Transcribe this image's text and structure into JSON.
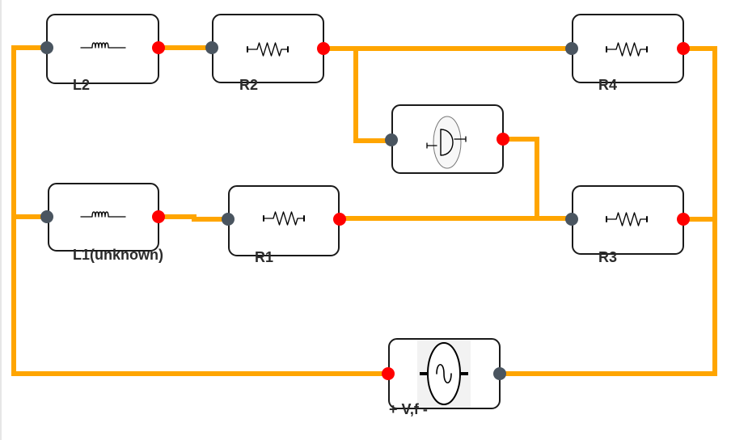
{
  "diagram": {
    "colors": {
      "wire": "#FFA500",
      "node_positive": "#FF0000",
      "node_negative": "#4A5560",
      "box_stroke": "#1A1A1A",
      "box_fill": "#FFFFFF",
      "label": "#2B2B2B"
    },
    "components": [
      {
        "id": "L2",
        "kind": "inductor",
        "label": "L2"
      },
      {
        "id": "R2",
        "kind": "resistor",
        "label": "R2"
      },
      {
        "id": "R4",
        "kind": "resistor",
        "label": "R4"
      },
      {
        "id": "D",
        "kind": "detector",
        "label": ""
      },
      {
        "id": "L1",
        "kind": "inductor",
        "label": "L1(unknown)"
      },
      {
        "id": "R1",
        "kind": "resistor",
        "label": "R1"
      },
      {
        "id": "R3",
        "kind": "resistor",
        "label": "R3"
      },
      {
        "id": "V",
        "kind": "ac-source",
        "label": "+ V,f -"
      }
    ]
  }
}
